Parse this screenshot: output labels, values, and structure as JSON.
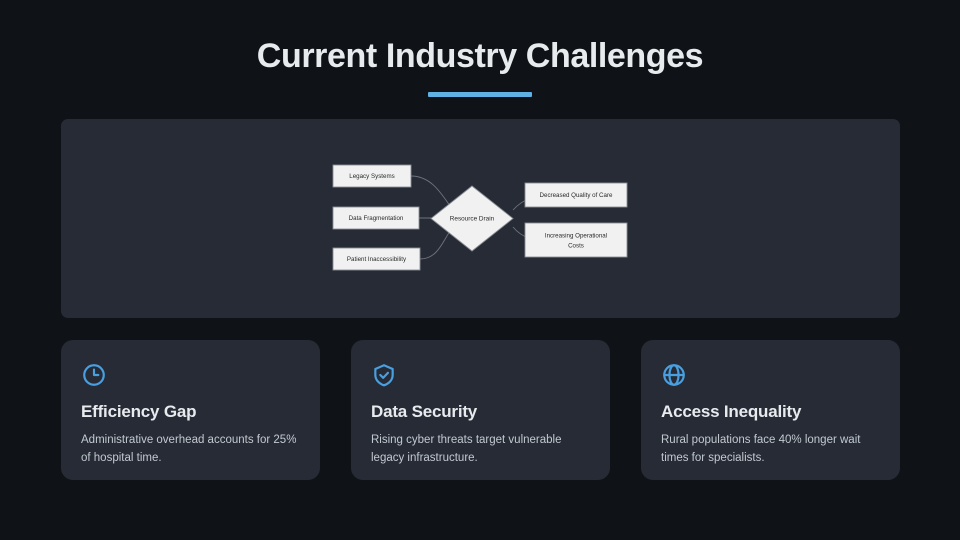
{
  "slide": {
    "title": "Current Industry Challenges",
    "accent_color": "#5eb3e4",
    "background_color": "#0f1317",
    "panel_color": "#262b35"
  },
  "diagram": {
    "type": "flowchart",
    "inputs": [
      {
        "label": "Legacy Systems"
      },
      {
        "label": "Data Fragmentation"
      },
      {
        "label": "Patient Inaccessibility"
      }
    ],
    "decision": {
      "label": "Resource Drain"
    },
    "outputs": [
      {
        "label": "Decreased Quality of Care"
      },
      {
        "label": "Increasing Operational",
        "label_line2": "Costs"
      }
    ]
  },
  "cards": [
    {
      "icon": "clock-icon",
      "title": "Efficiency Gap",
      "description": "Administrative overhead accounts for 25% of hospital time."
    },
    {
      "icon": "shield-check-icon",
      "title": "Data Security",
      "description": "Rising cyber threats target vulnerable legacy infrastructure."
    },
    {
      "icon": "globe-icon",
      "title": "Access Inequality",
      "description": "Rural populations face 40% longer wait times for specialists."
    }
  ]
}
